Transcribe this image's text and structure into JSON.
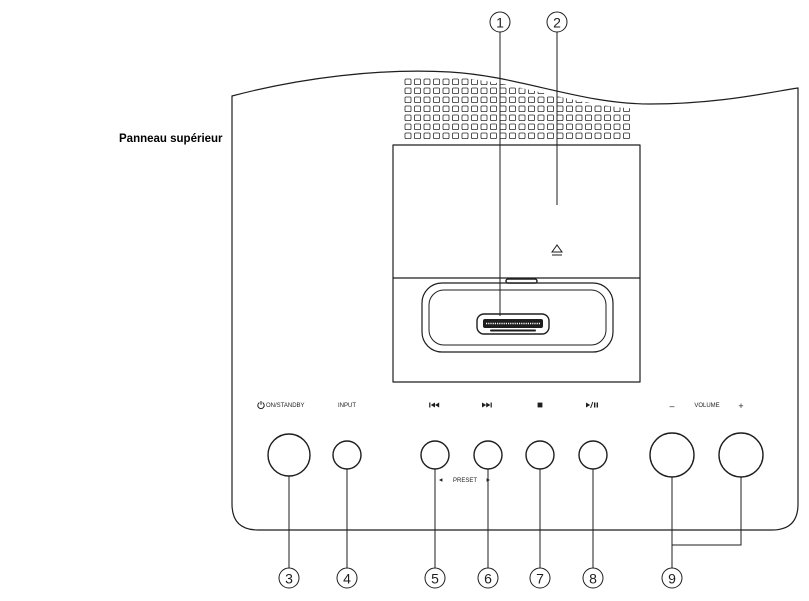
{
  "panel_label": "Panneau supérieur",
  "callouts": [
    "1",
    "2",
    "3",
    "4",
    "5",
    "6",
    "7",
    "8",
    "9"
  ],
  "controls": {
    "power": {
      "label": "ON/STANDBY",
      "icon": "power-icon"
    },
    "input": {
      "label": "INPUT"
    },
    "skip_back": {
      "icon": "skip-back-icon"
    },
    "skip_forward": {
      "icon": "skip-forward-icon"
    },
    "preset": {
      "label": "PRESET",
      "icons": [
        "triangle-left-icon",
        "triangle-right-icon"
      ]
    },
    "stop": {
      "icon": "stop-icon"
    },
    "play_pause": {
      "icon": "play-pause-icon"
    },
    "volume": {
      "label": "VOLUME",
      "minus": "–",
      "plus": "+"
    }
  },
  "lid": {
    "icon": "eject-icon"
  },
  "dock": {
    "icon": "dock-connector-icon"
  },
  "speaker": {
    "icon": "speaker-grille"
  }
}
